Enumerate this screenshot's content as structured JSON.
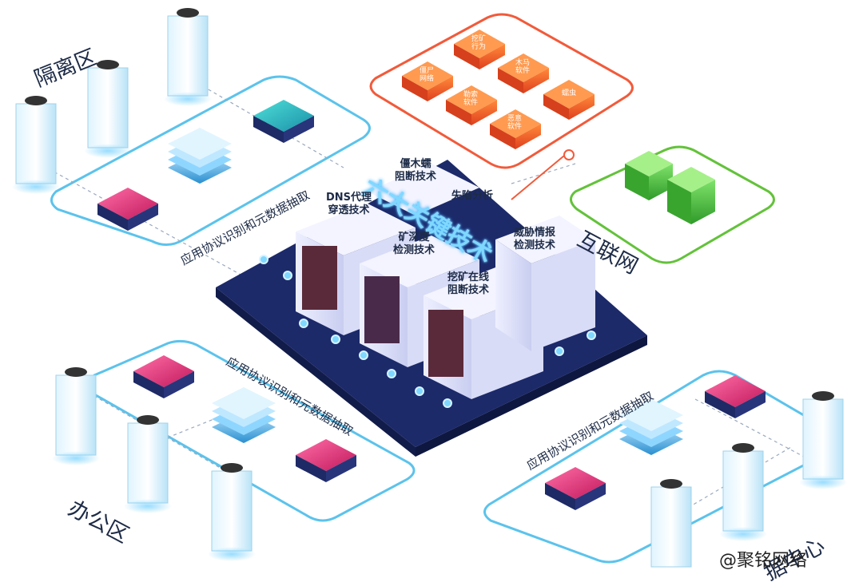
{
  "zones": {
    "isolation": "隔离区",
    "office": "办公区",
    "datacenter": "据中心",
    "internet": "互联网"
  },
  "protocol_label": "应用协议识别和元数据抽取",
  "core_title": "六大关键技术",
  "techniques": {
    "trojan_block": "僵木蠕\n阻断技术",
    "dns_tunnel": "DNS代理\n穿透技术",
    "deep_mining": "矿深度\n检测技术",
    "host_analysis": "失陷分析",
    "threat_intel": "威胁情报\n检测技术",
    "mining_online": "挖矿在线\n阻断技术"
  },
  "threats": [
    "挖矿\n行为",
    "僵尸\n网络",
    "木马\n软件",
    "勒索\n软件",
    "蠕虫",
    "恶意\n软件"
  ],
  "watermark": "@聚铭网络",
  "colors": {
    "zone_border": "#5bc3ec",
    "threat_border": "#f25a3a",
    "internet_border": "#63c23a",
    "platform": "#1c2a6a",
    "threat_box": "#f06a2a"
  }
}
